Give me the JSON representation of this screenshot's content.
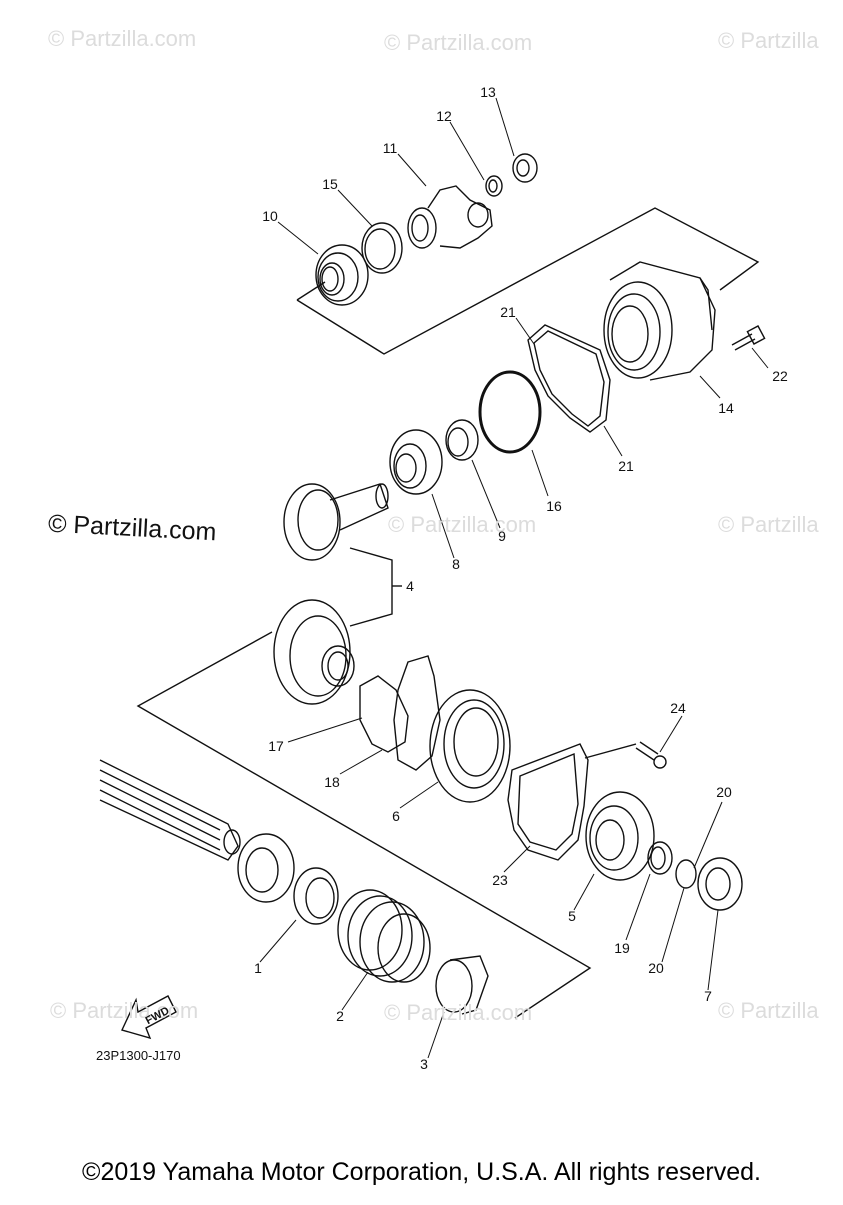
{
  "watermarks": [
    "© Partzilla.com",
    "© Partzilla.com",
    "© Partzilla",
    "© Partzilla.com",
    "© Partzilla",
    "© Partzilla.com",
    "© Partzilla.com",
    "© Partzilla"
  ],
  "main_watermark": "© Partzilla.com",
  "callouts": [
    "13",
    "12",
    "11",
    "15",
    "10",
    "21",
    "22",
    "14",
    "21",
    "16",
    "9",
    "8",
    "4",
    "24",
    "17",
    "18",
    "6",
    "23",
    "20",
    "5",
    "19",
    "20",
    "7",
    "1",
    "2",
    "3"
  ],
  "fwd_label": "FWD",
  "diagram_code": "23P1300-J170",
  "copyright": "©2019 Yamaha Motor Corporation, U.S.A. All rights reserved."
}
